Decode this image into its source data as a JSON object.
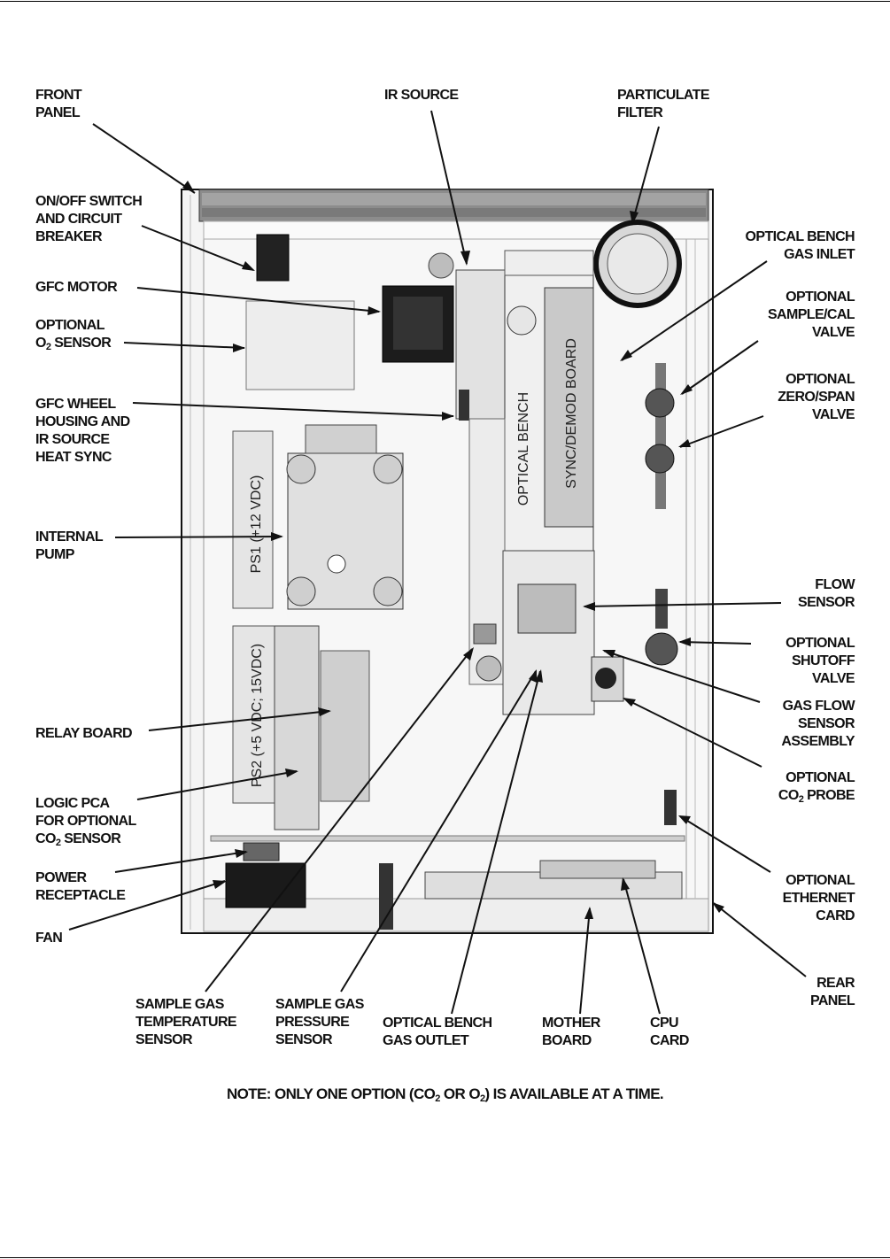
{
  "labels": {
    "front_panel": [
      "FRONT",
      "PANEL"
    ],
    "ir_source": [
      "IR SOURCE"
    ],
    "particulate_filter": [
      "PARTICULATE",
      "FILTER"
    ],
    "onoff_switch": [
      "ON/OFF SWITCH",
      "AND CIRCUIT",
      "BREAKER"
    ],
    "optical_bench_gas_inlet": [
      "OPTICAL BENCH",
      "GAS INLET"
    ],
    "gfc_motor": [
      "GFC MOTOR"
    ],
    "optional_o2_sensor_1": "OPTIONAL",
    "optional_o2_sensor_2_pre": "O",
    "optional_o2_sensor_2_sub": "2",
    "optional_o2_sensor_2_post": " SENSOR",
    "optional_sample_cal_valve": [
      "OPTIONAL",
      "SAMPLE/CAL",
      "VALVE"
    ],
    "optional_zero_span_valve": [
      "OPTIONAL",
      "ZERO/SPAN",
      "VALVE"
    ],
    "gfc_wheel_housing": [
      "GFC WHEEL",
      "HOUSING AND",
      "IR SOURCE",
      "HEAT SYNC"
    ],
    "internal_pump": [
      "INTERNAL",
      "PUMP"
    ],
    "flow_sensor": [
      "FLOW",
      "SENSOR"
    ],
    "optional_shutoff_valve": [
      "OPTIONAL",
      "SHUTOFF",
      "VALVE"
    ],
    "gas_flow_sensor_assembly": [
      "GAS FLOW",
      "SENSOR",
      "ASSEMBLY"
    ],
    "relay_board": [
      "RELAY BOARD"
    ],
    "optional_co2_probe_1": "OPTIONAL",
    "optional_co2_probe_2_pre": "CO",
    "optional_co2_probe_2_sub": "2",
    "optional_co2_probe_2_post": " PROBE",
    "logic_pca_1": "LOGIC PCA",
    "logic_pca_2": "FOR OPTIONAL",
    "logic_pca_3_pre": "CO",
    "logic_pca_3_sub": "2",
    "logic_pca_3_post": " SENSOR",
    "power_receptacle": [
      "POWER",
      "RECEPTACLE"
    ],
    "optional_ethernet_card": [
      "OPTIONAL",
      "ETHERNET",
      "CARD"
    ],
    "fan": [
      "FAN"
    ],
    "rear_panel": [
      "REAR",
      "PANEL"
    ],
    "sample_gas_temperature_sensor": [
      "SAMPLE GAS",
      "TEMPERATURE",
      "SENSOR"
    ],
    "sample_gas_pressure_sensor": [
      "SAMPLE GAS",
      "PRESSURE",
      "SENSOR"
    ],
    "optical_bench_gas_outlet": [
      "OPTICAL BENCH",
      "GAS OUTLET"
    ],
    "mother_board": [
      "MOTHER",
      "BOARD"
    ],
    "cpu_card": [
      "CPU",
      "CARD"
    ]
  },
  "component_text": {
    "ps1": "PS1 (+12 VDC)",
    "ps2": "PS2 (+5 VDC; 15VDC)",
    "optical_bench": "OPTICAL BENCH",
    "sync_demod_board": "SYNC/DEMOD BOARD"
  },
  "note": {
    "pre": "NOTE: ONLY ONE OPTION (CO",
    "sub1": "2",
    "mid": " OR O",
    "sub2": "2",
    "post": ") IS AVAILABLE AT A TIME."
  }
}
